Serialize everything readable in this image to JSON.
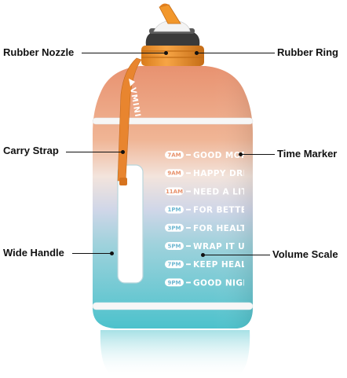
{
  "callouts": {
    "rubber_nozzle": "Rubber Nozzle",
    "rubber_ring": "Rubber Ring",
    "carry_strap": "Carry Strap",
    "time_marker": "Time Marker",
    "wide_handle": "Wide Handle",
    "volume_scale": "Volume Scale"
  },
  "brand": "VMINI",
  "time_markers": [
    {
      "time": "7AM",
      "message": "GOOD MORN"
    },
    {
      "time": "9AM",
      "message": "HAPPY DRINKIN"
    },
    {
      "time": "11AM",
      "message": "NEED A LITTLE"
    },
    {
      "time": "1PM",
      "message": "FOR BETTER HE"
    },
    {
      "time": "3PM",
      "message": "FOR HEALTHY"
    },
    {
      "time": "5PM",
      "message": "WRAP IT UP"
    },
    {
      "time": "7PM",
      "message": "KEEP HEALTHY"
    },
    {
      "time": "9PM",
      "message": "GOOD NIGHT"
    }
  ],
  "colors": {
    "top": "#eea57c",
    "middle": "#f2e3dc",
    "bottom": "#56c6cf",
    "cap": "#f2972b",
    "strap": "#e9822e"
  }
}
